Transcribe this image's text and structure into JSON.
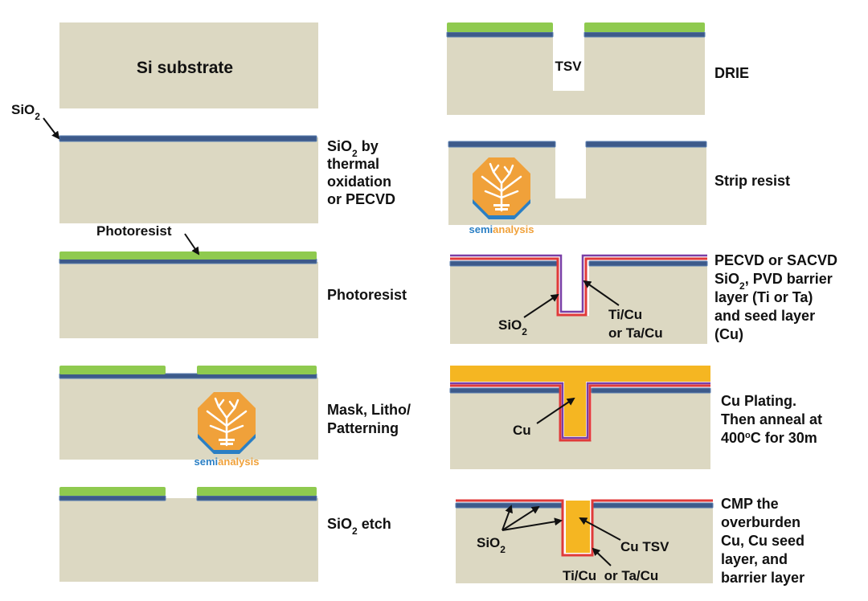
{
  "colors": {
    "substrate": "#dcd8c2",
    "oxide": "#3d5a8a",
    "oxide_light": "#5a7fb0",
    "photoresist": "#8fca4f",
    "copper": "#f5b622",
    "barrier": "#e03a3a",
    "seed_purple": "#7a3fa6",
    "logo_orange": "#f0a13a",
    "logo_blue": "#2a7fc4",
    "text": "#111111"
  },
  "left": {
    "step1": {
      "title": "Si substrate"
    },
    "step2": {
      "callout_base": "SiO",
      "callout_sub": "2",
      "label_base": "SiO",
      "label_sub": "2",
      "label_rest": " by",
      "label_lines": [
        "thermal",
        "oxidation",
        "or PECVD"
      ]
    },
    "step3": {
      "callout": "Photoresist",
      "label": "Photoresist"
    },
    "step4": {
      "label_lines": [
        "Mask, Litho/",
        "Patterning"
      ]
    },
    "step5": {
      "label_base": "SiO",
      "label_sub": "2",
      "label_rest": " etch"
    }
  },
  "right": {
    "step1": {
      "inside": "TSV",
      "label": "DRIE"
    },
    "step2": {
      "label": "Strip resist"
    },
    "step3": {
      "callout_oxide_base": "SiO",
      "callout_oxide_sub": "2",
      "callout_barrier_lines": [
        "Ti/Cu",
        "or Ta/Cu"
      ],
      "label_lines": [
        "PECVD or SACVD",
        "SiO",
        "layer (Ti or Ta)",
        "and seed layer",
        "(Cu)"
      ],
      "label_line2_sub": "2",
      "label_line2_rest": ", PVD barrier"
    },
    "step4": {
      "callout": "Cu",
      "label_lines": [
        "Cu Plating.",
        "Then anneal at",
        "400",
        "C for 30m"
      ],
      "label_sup": "o"
    },
    "step5": {
      "callout_oxide_base": "SiO",
      "callout_oxide_sub": "2",
      "callout_tsv": "Cu TSV",
      "callout_barrier": "Ti/Cu  or Ta/Cu",
      "label_lines": [
        "CMP the",
        "overburden",
        "Cu, Cu seed",
        "layer, and",
        "barrier layer"
      ]
    }
  },
  "logo": {
    "text": "semianalysis",
    "text_a": "semi",
    "text_b": "analysis"
  }
}
